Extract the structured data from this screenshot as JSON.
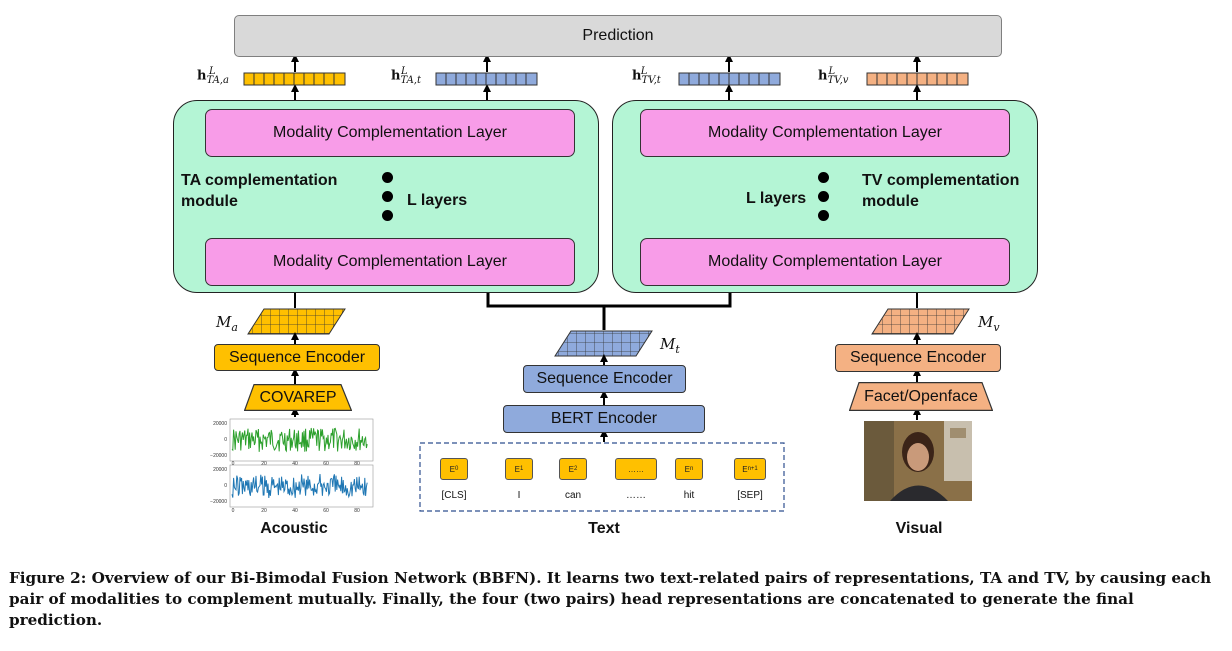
{
  "prediction_label": "Prediction",
  "heads": {
    "ta_a": {
      "base": "h",
      "sub": "TA,a",
      "sup": "L",
      "color": "#ffc000"
    },
    "ta_t": {
      "base": "h",
      "sub": "TA,t",
      "sup": "L",
      "color": "#8faadc"
    },
    "tv_t": {
      "base": "h",
      "sub": "TV,t",
      "sup": "L",
      "color": "#8faadc"
    },
    "tv_v": {
      "base": "h",
      "sub": "TV,v",
      "sup": "L",
      "color": "#f4b183"
    }
  },
  "ta_module": {
    "top_layer": "Modality Complementation Layer",
    "bottom_layer": "Modality Complementation Layer",
    "name_line1": "TA complementation",
    "name_line2": "module",
    "layers_label": "L layers"
  },
  "tv_module": {
    "top_layer": "Modality Complementation Layer",
    "bottom_layer": "Modality Complementation Layer",
    "name_line1": "TV complementation",
    "name_line2": "module",
    "layers_label": "L layers"
  },
  "acoustic": {
    "matrix_base": "M",
    "matrix_sub": "a",
    "sequence_encoder": "Sequence Encoder",
    "feature_extractor": "COVAREP",
    "label": "Acoustic",
    "waveform_ticks_y": [
      "20000",
      "0",
      "−20000"
    ],
    "waveform_ticks_x": [
      "0",
      "20",
      "40",
      "60",
      "80"
    ],
    "wave_colors": [
      "#2ca02c",
      "#1f77b4"
    ]
  },
  "text": {
    "matrix_base": "M",
    "matrix_sub": "t",
    "sequence_encoder": "Sequence Encoder",
    "bert_encoder": "BERT Encoder",
    "label": "Text",
    "tokens": [
      {
        "emb": "E",
        "sub": "0",
        "word": "[CLS]"
      },
      {
        "emb": "E",
        "sub": "1",
        "word": "I"
      },
      {
        "emb": "E",
        "sub": "2",
        "word": "can"
      },
      {
        "emb": "……",
        "sub": "",
        "word": "……"
      },
      {
        "emb": "E",
        "sub": "n",
        "word": "hit"
      },
      {
        "emb": "E",
        "sub": "n+1",
        "word": "[SEP]"
      }
    ]
  },
  "visual": {
    "matrix_base": "M",
    "matrix_sub": "v",
    "sequence_encoder": "Sequence Encoder",
    "feature_extractor": "Facet/Openface",
    "label": "Visual"
  },
  "caption": "Figure 2: Overview of our Bi-Bimodal Fusion Network (BBFN). It learns two text-related pairs of representations, TA and TV, by causing each pair of modalities to complement mutually. Finally, the four (two pairs) head representations are concatenated to generate the final prediction."
}
